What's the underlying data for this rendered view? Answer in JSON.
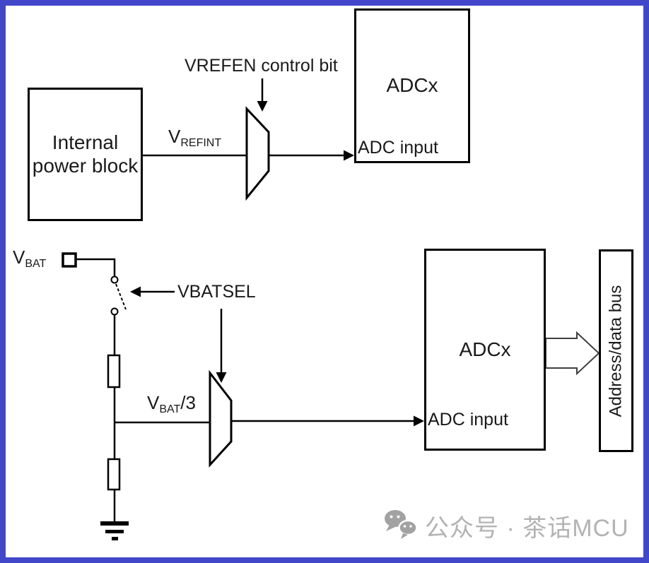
{
  "frame": {
    "border_color": "#4247c9"
  },
  "top_diagram": {
    "power_block": {
      "line1": "Internal",
      "line2": "power block"
    },
    "vrefen_label": "VREFEN control bit",
    "vrefint": {
      "base": "V",
      "sub": "REFINT"
    },
    "adc_box": {
      "title": "ADCx",
      "input_label": "ADC input"
    }
  },
  "bottom_diagram": {
    "vbat": {
      "base": "V",
      "sub": "BAT"
    },
    "vbatsel_label": "VBATSEL",
    "vbat_div3": {
      "base": "V",
      "sub": "BAT",
      "suffix": "/3"
    },
    "adc_box": {
      "title": "ADCx",
      "input_label": "ADC input"
    },
    "bus_label": "Address/data bus"
  },
  "watermark": {
    "icon": "wechat-bubbles-icon",
    "text": "公众号 · 茶话MCU",
    "color": "#b3b3b3"
  }
}
